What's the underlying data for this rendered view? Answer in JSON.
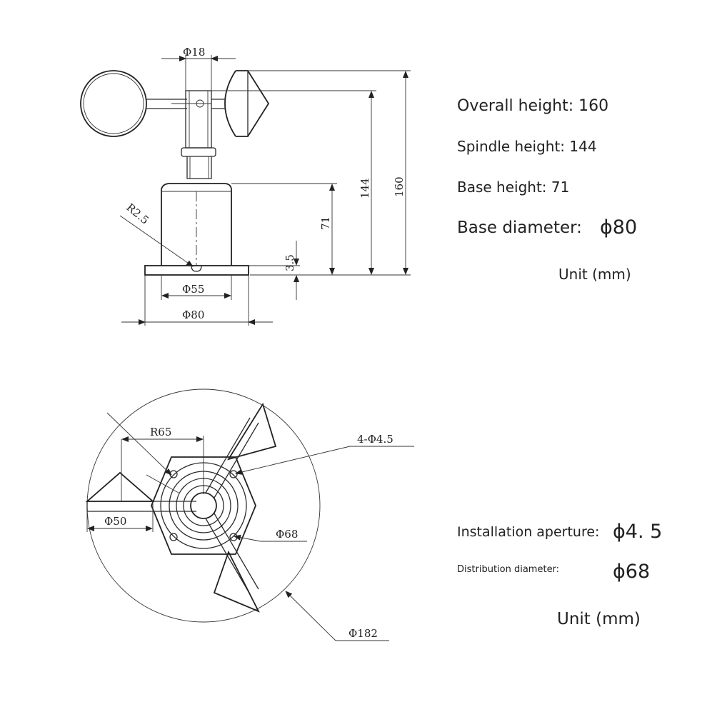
{
  "side_view": {
    "dims": {
      "d18": "Φ18",
      "h144": "144",
      "h160": "160",
      "h71": "71",
      "r25": "R2.5",
      "t35": "3.5",
      "d55": "Φ55",
      "d80": "Φ80"
    }
  },
  "top_view": {
    "dims": {
      "r65": "R65",
      "hole": "4-Φ4.5",
      "d50": "Φ50",
      "d68": "Φ68",
      "d182": "Φ182"
    }
  },
  "notes_top": {
    "overall": "Overall height: 160",
    "spindle": "Spindle height: 144",
    "base": "Base height: 71",
    "diameter_label": "Base diameter:",
    "diameter_value": "ϕ80",
    "unit": "Unit (mm)"
  },
  "notes_bottom": {
    "aperture_label": "Installation aperture:",
    "aperture_value": "ϕ4. 5",
    "distribution_label": "Distribution diameter:",
    "distribution_value": "ϕ68",
    "unit": "Unit (mm)"
  }
}
